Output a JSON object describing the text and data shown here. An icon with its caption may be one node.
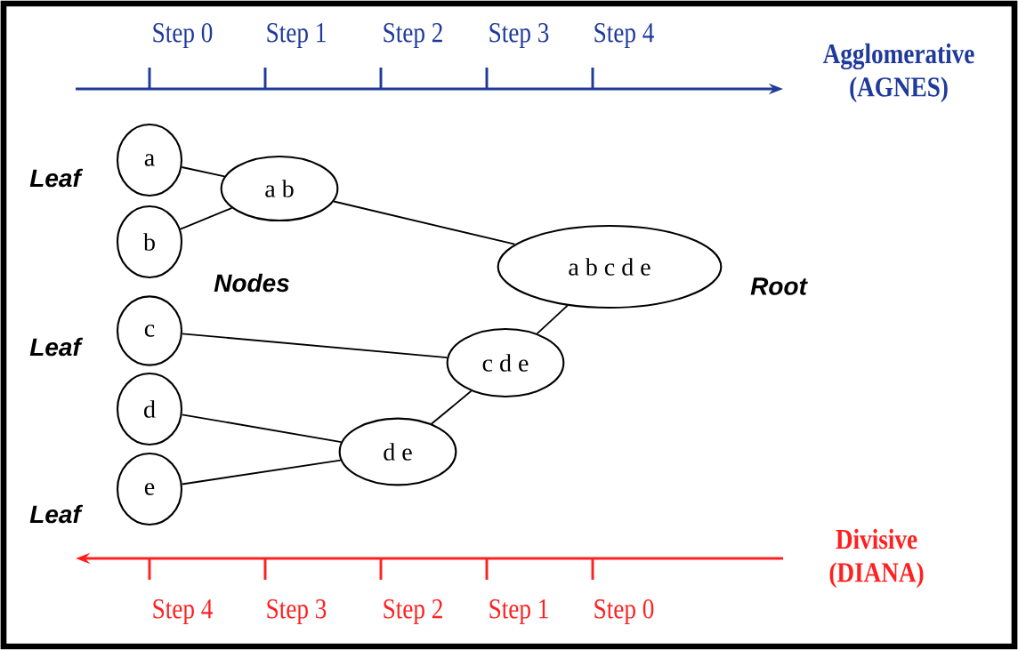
{
  "diagram": {
    "nodes": [
      {
        "text": [
          "a"
        ]
      },
      {
        "text": [
          "b"
        ]
      },
      {
        "text": [
          "c"
        ]
      },
      {
        "text": [
          "d"
        ]
      },
      {
        "text": [
          "e"
        ]
      },
      {
        "text": [
          "a b"
        ]
      },
      {
        "text": [
          "a b c d e"
        ]
      },
      {
        "text": [
          "c d e"
        ]
      },
      {
        "text": [
          "d e"
        ]
      }
    ],
    "edges": [
      {
        "from": 0,
        "to": 5,
        "arrow": "none"
      },
      {
        "from": 1,
        "to": 5,
        "arrow": "none"
      },
      {
        "from": 5,
        "to": 6,
        "arrow": "none"
      },
      {
        "from": 2,
        "to": 7,
        "arrow": "none"
      },
      {
        "from": 7,
        "to": 6,
        "arrow": "none"
      },
      {
        "from": 3,
        "to": 8,
        "arrow": "none"
      },
      {
        "from": 4,
        "to": 8,
        "arrow": "none"
      },
      {
        "from": 8,
        "to": 7,
        "arrow": "none"
      }
    ],
    "labels": [
      "Step 0",
      "Step 1",
      "Step 2",
      "Step 3",
      "Step 4",
      "Agglomerative (AGNES)",
      "Leaf",
      "Nodes",
      "Root",
      "Leaf",
      "Leaf",
      "Divisive (DIANA)",
      "Step 4",
      "Step 3",
      "Step 2",
      "Step 1",
      "Step 0"
    ]
  }
}
